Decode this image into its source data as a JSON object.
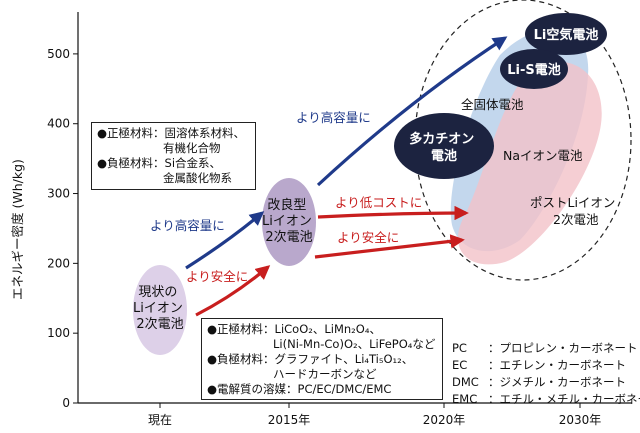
{
  "chart_data": {
    "type": "diagram",
    "ylabel": "エネルギー密度 (Wh/kg)",
    "y_ticks": [
      0,
      100,
      200,
      300,
      400,
      500
    ],
    "ylim": [
      0,
      560
    ],
    "x_ticks": [
      "現在",
      "2015年",
      "2020年",
      "2030年"
    ],
    "nodes": [
      {
        "label_lines": [
          "現状の",
          "Liイオン",
          "2次電池"
        ],
        "x": "現在",
        "y": 155
      },
      {
        "label_lines": [
          "改良型",
          "Liイオン",
          "2次電池"
        ],
        "x": "2015年",
        "y": 260
      },
      {
        "label_lines": [
          "多カチオン",
          "電池"
        ],
        "x": "2020年",
        "y": 370
      },
      {
        "label_lines": [
          "Li空気電池"
        ],
        "x": "2030年",
        "y": 535
      },
      {
        "label_lines": [
          "Li-S電池"
        ],
        "x": "2030年",
        "y": 490
      }
    ],
    "region_labels": [
      {
        "text": "全固体電池"
      },
      {
        "text": "Naイオン電池"
      },
      {
        "text": "ポストLiイオン"
      },
      {
        "text": "2次電池"
      }
    ],
    "arrows": [
      {
        "label": "より高容量に",
        "from": "現状の Liイオン 2次電池",
        "to": "改良型 Liイオン 2次電池",
        "color": "#1f3a8a"
      },
      {
        "label": "より高容量に",
        "from": "改良型 Liイオン 2次電池",
        "to": "2030年",
        "color": "#1f3a8a"
      },
      {
        "label": "より安全に",
        "from": "現状の Liイオン 2次電池",
        "to": "改良型 Liイオン 2次電池",
        "color": "#c81e1e"
      },
      {
        "label": "より低コストに",
        "from": "改良型 Liイオン 2次電池",
        "to": "2020年",
        "color": "#c81e1e"
      },
      {
        "label": "より安全に",
        "from": "改良型 Liイオン 2次電池",
        "to": "2020年",
        "color": "#c81e1e"
      }
    ]
  },
  "materials_top": {
    "lines": [
      "●正極材料：固溶体系材料、",
      "有機化合物",
      "●負極材料：Si合金系、",
      "金属酸化物系"
    ]
  },
  "materials_bottom": {
    "lines": [
      "●正極材料：LiCoO₂、LiMn₂O₄、",
      "Li(Ni-Mn-Co)O₂、LiFePO₄など",
      "●負極材料：グラファイト、Li₄Ti₅O₁₂、",
      "ハードカーボンなど",
      "●電解質の溶媒：PC/EC/DMC/EMC"
    ]
  },
  "legend": [
    {
      "abbr": "PC",
      "text": "：プロピレン・カーボネート"
    },
    {
      "abbr": "EC",
      "text": "：エチレン・カーボネート"
    },
    {
      "abbr": "DMC",
      "text": "：ジメチル・カーボネート"
    },
    {
      "abbr": "EMC",
      "text": "：エチル・メチル・カーボネート"
    }
  ],
  "colors": {
    "capacity_arrow": "#1f3a8a",
    "cost_safety_arrow": "#c81e1e",
    "dark_node": "#1c2340",
    "solid_state_region": "#b8d0ea",
    "post_li_region": "#f3c2c8",
    "improved_node": "#b9a8cc",
    "current_node": "#ddd0e8"
  }
}
